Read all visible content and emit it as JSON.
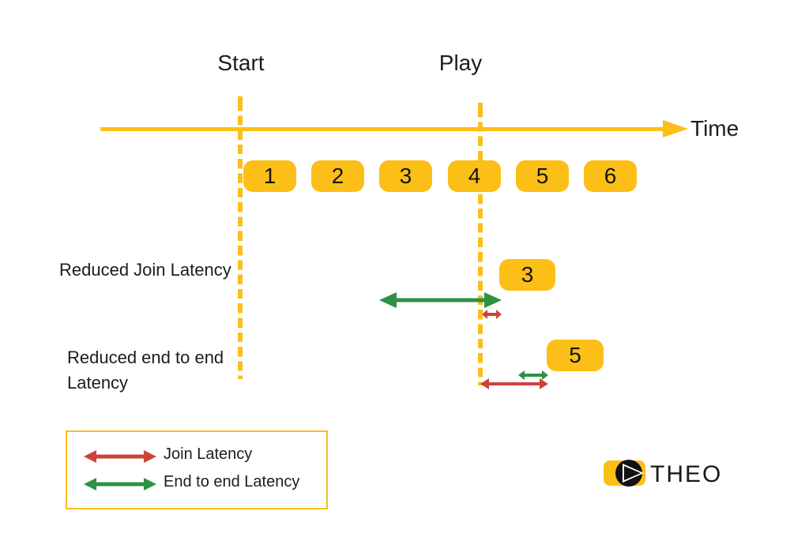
{
  "colors": {
    "gold": "#fcbf17",
    "red": "#cd423b",
    "green": "#2e9144",
    "ink": "#1c1c1e"
  },
  "timeline": {
    "start_label": "Start",
    "play_label": "Play",
    "axis_label": "Time"
  },
  "segments": [
    "1",
    "2",
    "3",
    "4",
    "5",
    "6"
  ],
  "reduced_join": {
    "label": "Reduced Join Latency",
    "segment": "3"
  },
  "reduced_end_to_end": {
    "label": "Reduced end to end Latency",
    "segment": "5"
  },
  "legend": {
    "join": {
      "label": "Join Latency",
      "color": "#cd423b"
    },
    "end_to_end": {
      "label": "End to end Latency",
      "color": "#2e9144"
    }
  },
  "logo": {
    "text": "THEO"
  }
}
